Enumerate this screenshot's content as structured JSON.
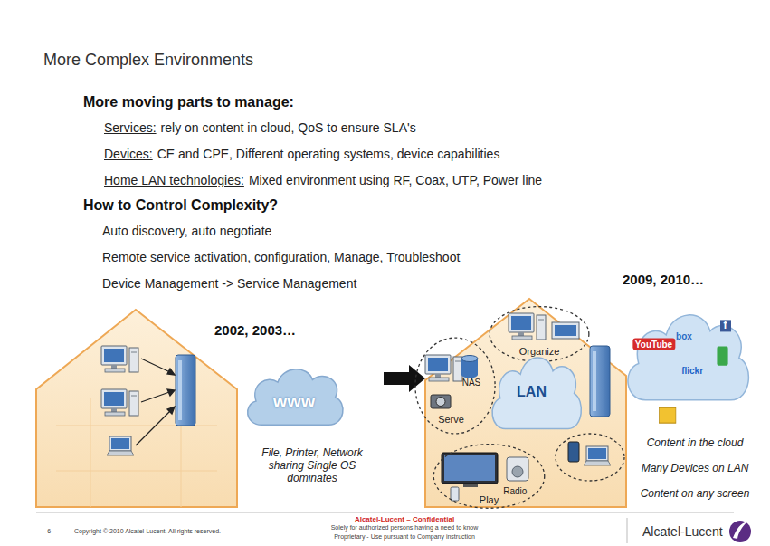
{
  "diagram": {
    "title": "More Complex Environments",
    "nodes": [
      {
        "text": [
          "www"
        ]
      },
      {
        "text": [
          "Organize"
        ]
      },
      {
        "text": [
          "NAS",
          "Serve"
        ]
      },
      {
        "text": [
          "LAN"
        ]
      },
      {
        "text": [
          "Radio",
          "Play"
        ]
      },
      {
        "text": [
          "YouTube",
          "box",
          "f",
          "flickr"
        ]
      }
    ],
    "labels": [
      "More moving parts to manage:",
      "Services:",
      "rely on content in cloud, QoS to ensure SLA's",
      "Devices:",
      "CE and CPE, Different operating systems, device capabilities",
      "Home LAN technologies:",
      "Mixed environment using RF, Coax, UTP, Power line",
      "How to Control Complexity?",
      "Auto discovery, auto negotiate",
      "Remote service activation, configuration, Manage, Troubleshoot",
      "Device Management -> Service Management",
      "2009, 2010…",
      "2002, 2003…",
      "File, Printer, Network sharing Single OS dominates",
      "Content in the cloud",
      "Many Devices on LAN",
      "Content on any screen",
      "-6-",
      "Copyright © 2010 Alcatel-Lucent. All rights reserved.",
      "Alcatel-Lucent – Confidential",
      "Solely for authorized persons having a need to know",
      "Proprietary - Use pursuant to Company instruction",
      "Alcatel-Lucent"
    ]
  }
}
